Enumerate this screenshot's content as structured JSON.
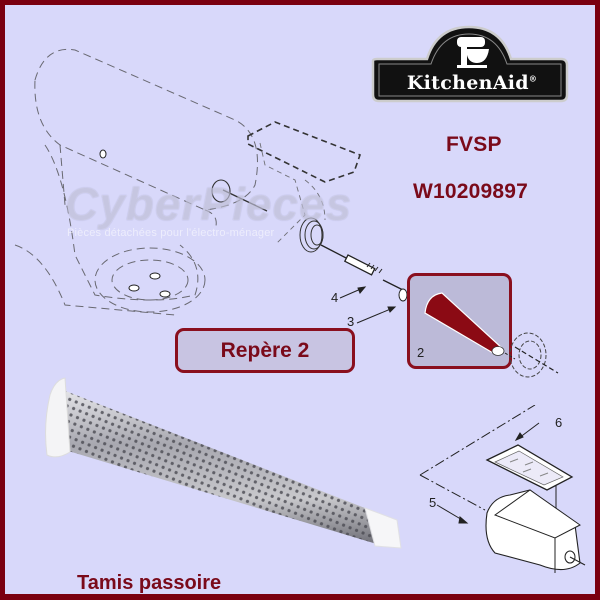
{
  "brand": {
    "logo_text": "KitchenAid",
    "registered_mark": "®",
    "logo_icon": "stand-mixer-icon"
  },
  "product": {
    "model": "FVSP",
    "part_number": "W10209897",
    "reference_label": "Repère 2",
    "part_name": "Tamis passoire"
  },
  "watermark": {
    "brand": "CyberPieces",
    "tagline": "Pièces détachées pour l'électro-ménager"
  },
  "diagram": {
    "callouts": [
      {
        "number": "2",
        "part": "cone-sieve (highlighted)"
      },
      {
        "number": "3",
        "part": "ring"
      },
      {
        "number": "4",
        "part": "auger shaft"
      },
      {
        "number": "5",
        "part": "hopper/tray housing"
      },
      {
        "number": "6",
        "part": "sieve screen"
      }
    ]
  },
  "colors": {
    "background": "#d8d8fa",
    "border": "#7a0010",
    "accent_text": "#7a0a1a",
    "highlight_part": "#8b0a14"
  }
}
